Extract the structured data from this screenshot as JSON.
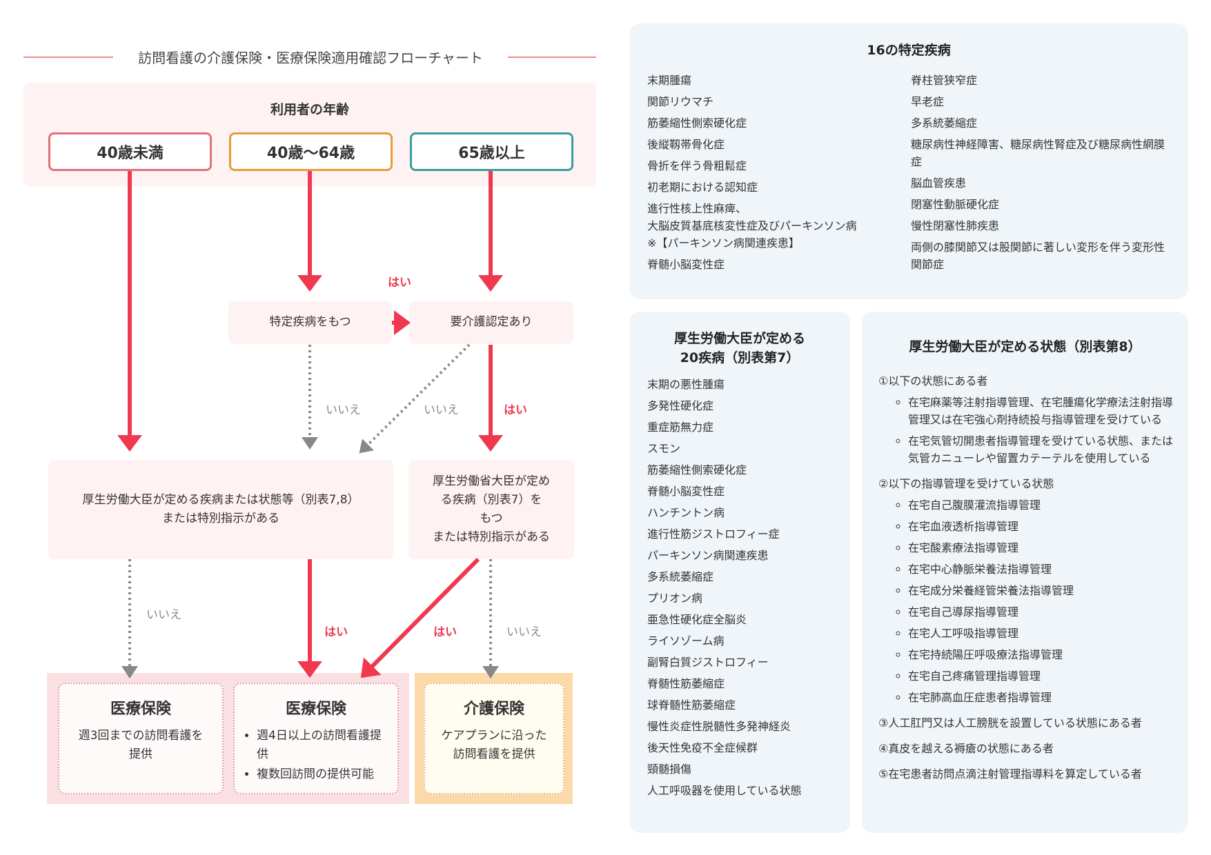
{
  "flowchart": {
    "title": "訪問看護の介護保険・医療保険適用確認フローチャート",
    "age_heading": "利用者の年齢",
    "ages": [
      "40歳未満",
      "40歳〜64歳",
      "65歳以上"
    ],
    "specific_disease": "特定疾病をもつ",
    "care_certified": "要介護認定あり",
    "node_left": [
      "厚生労働大臣が定める疾病または状態等（別表7,8）",
      "または特別指示がある"
    ],
    "node_right": [
      "厚生労働省大臣が定め",
      "る疾病（別表7）を",
      "もつ",
      "または特別指示がある"
    ],
    "yes": "はい",
    "no": "いいえ",
    "results": {
      "medical1": {
        "title": "医療保険",
        "lines": [
          "週3回までの訪問看護を",
          "提供"
        ]
      },
      "medical2": {
        "title": "医療保険",
        "items": [
          "週4日以上の訪問看護提供",
          "複数回訪問の提供可能"
        ]
      },
      "care": {
        "title": "介護保険",
        "lines": [
          "ケアプランに沿った",
          "訪問看護を提供"
        ]
      }
    },
    "colors": {
      "arrow_red": "#f0384f",
      "arrow_gray": "#888888",
      "age_under40": "#e0707a",
      "age_40_64": "#e89a3c",
      "age_65plus": "#3a9c9f"
    }
  },
  "diseases16": {
    "title": "16の特定疾病",
    "left": [
      "末期腫瘍",
      "関節リウマチ",
      "筋萎縮性側索硬化症",
      "後縦靱帯骨化症",
      "骨折を伴う骨粗鬆症",
      "初老期における認知症",
      "進行性核上性麻痺、\n大脳皮質基底核変性症及びパーキンソン病\n※【パーキンソン病関連疾患】",
      "脊髄小脳変性症"
    ],
    "right": [
      "脊柱管狭窄症",
      "早老症",
      "多系統萎縮症",
      "糖尿病性神経障害、糖尿病性腎症及び糖尿病性網膜症",
      "脳血管疾患",
      "閉塞性動脈硬化症",
      "慢性閉塞性肺疾患",
      "両側の膝関節又は股関節に著しい変形を伴う変形性関節症"
    ]
  },
  "diseases20": {
    "title": "厚生労働大臣が定める\n20疾病（別表第7）",
    "items": [
      "末期の悪性腫瘍",
      "多発性硬化症",
      "重症筋無力症",
      "スモン",
      "筋萎縮性側索硬化症",
      "脊髄小脳変性症",
      "ハンチントン病",
      "進行性筋ジストロフィー症",
      "パーキンソン病関連疾患",
      "多系統萎縮症",
      "プリオン病",
      "亜急性硬化症全脳炎",
      "ライソゾーム病",
      "副腎白質ジストロフィー",
      "脊髄性筋萎縮症",
      "球脊髄性筋萎縮症",
      "慢性炎症性脱髄性多発神経炎",
      "後天性免疫不全症候群",
      "頸髄損傷",
      "人工呼吸器を使用している状態"
    ]
  },
  "states": {
    "title": "厚生労働大臣が定める状態（別表第8）",
    "groups": [
      {
        "label": "①以下の状態にある者",
        "items": [
          "在宅麻薬等注射指導管理、在宅腫瘍化学療法注射指導管理又は在宅強心剤持続投与指導管理を受けている",
          "在宅気管切開患者指導管理を受けている状態、または気管カニューレや留置カテーテルを使用している"
        ]
      },
      {
        "label": "②以下の指導管理を受けている状態",
        "items": [
          "在宅自己腹膜灌流指導管理",
          "在宅血液透析指導管理",
          "在宅酸素療法指導管理",
          "在宅中心静脈栄養法指導管理",
          "在宅成分栄養経管栄養法指導管理",
          "在宅自己導尿指導管理",
          "在宅人工呼吸指導管理",
          "在宅持続陽圧呼吸療法指導管理",
          "在宅自己疼痛管理指導管理",
          "在宅肺高血圧症患者指導管理"
        ]
      },
      {
        "label": "③人工肛門又は人工膀胱を設置している状態にある者",
        "items": []
      },
      {
        "label": "④真皮を越える褥瘡の状態にある者",
        "items": []
      },
      {
        "label": "⑤在宅患者訪問点滴注射管理指導料を算定している者",
        "items": []
      }
    ]
  }
}
